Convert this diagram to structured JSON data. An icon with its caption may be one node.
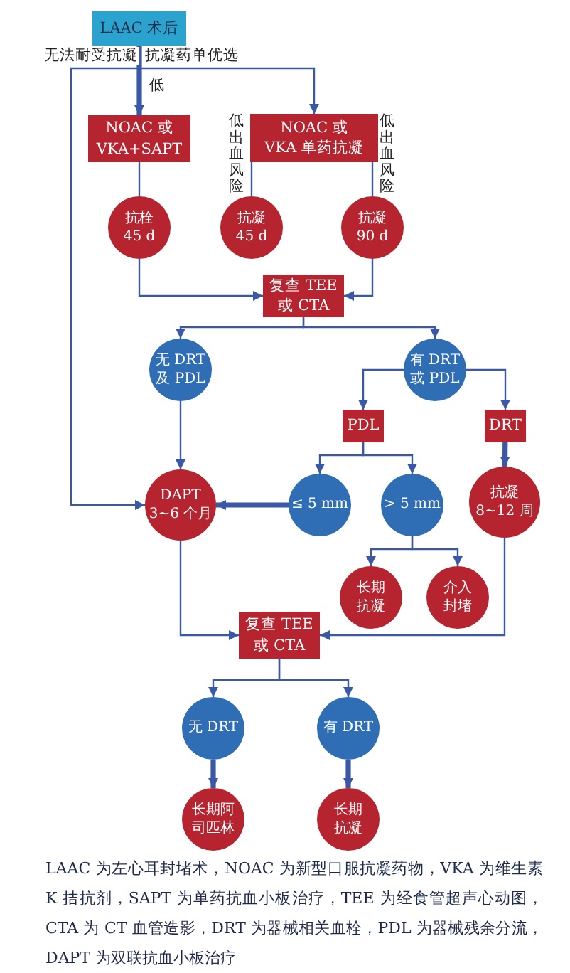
{
  "diagram": {
    "caption": "LAAC 为左心耳封堵术，NOAC 为新型口服抗凝药物，VKA 为维生素 K 拮抗剂，SAPT 为单药抗血小板治疗，TEE 为经食管超声心动图，CTA 为 CT 血管造影，DRT 为器械相关血栓，PDL 为器械残余分流，DAPT 为双联抗血小板治疗",
    "nodes": [
      {
        "text": [
          "LAAC 术后"
        ]
      },
      {
        "text": [
          "NOAC 或 VKA+SAPT"
        ]
      },
      {
        "text": [
          "NOAC 或 VKA 单药抗凝"
        ]
      },
      {
        "text": [
          "抗栓 45 d"
        ]
      },
      {
        "text": [
          "抗凝 45 d"
        ]
      },
      {
        "text": [
          "抗凝 90 d"
        ]
      },
      {
        "text": [
          "复查 TEE 或 CTA"
        ]
      },
      {
        "text": [
          "无 DRT 及 PDL"
        ]
      },
      {
        "text": [
          "有 DRT 或 PDL"
        ]
      },
      {
        "text": [
          "PDL"
        ]
      },
      {
        "text": [
          "DRT"
        ]
      },
      {
        "text": [
          "≤ 5 mm"
        ]
      },
      {
        "text": [
          "> 5 mm"
        ]
      },
      {
        "text": [
          "抗凝 8~12 周"
        ]
      },
      {
        "text": [
          "DAPT 3~6 个月"
        ]
      },
      {
        "text": [
          "长期抗凝"
        ]
      },
      {
        "text": [
          "介入封堵"
        ]
      },
      {
        "text": [
          "复查 TEE 或 CTA"
        ]
      },
      {
        "text": [
          "无 DRT"
        ]
      },
      {
        "text": [
          "有 DRT"
        ]
      },
      {
        "text": [
          "长期阿司匹林"
        ]
      },
      {
        "text": [
          "长期抗凝"
        ]
      }
    ],
    "edges": [
      {
        "from": 0,
        "to": 1,
        "arrow": "to",
        "label": "低",
        "style": "thick"
      },
      {
        "from": 0,
        "to": 2,
        "arrow": "to",
        "label": "抗凝药单优选"
      },
      {
        "from": 0,
        "to": 14,
        "arrow": "to",
        "label": "无法耐受抗凝"
      },
      {
        "from": 1,
        "to": 3,
        "arrow": "none"
      },
      {
        "from": 2,
        "to": 4,
        "arrow": "none",
        "label": "低出血风险"
      },
      {
        "from": 2,
        "to": 5,
        "arrow": "none",
        "label": "低出血风险"
      },
      {
        "from": 3,
        "to": 6,
        "arrow": "to"
      },
      {
        "from": 5,
        "to": 6,
        "arrow": "to"
      },
      {
        "from": 6,
        "to": 7,
        "arrow": "to"
      },
      {
        "from": 6,
        "to": 8,
        "arrow": "to"
      },
      {
        "from": 7,
        "to": 14,
        "arrow": "to"
      },
      {
        "from": 8,
        "to": 9,
        "arrow": "to"
      },
      {
        "from": 8,
        "to": 10,
        "arrow": "to"
      },
      {
        "from": 9,
        "to": 11,
        "arrow": "to"
      },
      {
        "from": 9,
        "to": 12,
        "arrow": "to"
      },
      {
        "from": 10,
        "to": 13,
        "arrow": "to",
        "style": "thick"
      },
      {
        "from": 11,
        "to": 14,
        "arrow": "to",
        "style": "thick"
      },
      {
        "from": 12,
        "to": 15,
        "arrow": "to"
      },
      {
        "from": 12,
        "to": 16,
        "arrow": "to"
      },
      {
        "from": 14,
        "to": 17,
        "arrow": "to"
      },
      {
        "from": 13,
        "to": 17,
        "arrow": "to"
      },
      {
        "from": 17,
        "to": 18,
        "arrow": "to"
      },
      {
        "from": 17,
        "to": 19,
        "arrow": "to"
      },
      {
        "from": 18,
        "to": 20,
        "arrow": "to",
        "style": "thick"
      },
      {
        "from": 19,
        "to": 21,
        "arrow": "to",
        "style": "thick"
      }
    ]
  }
}
